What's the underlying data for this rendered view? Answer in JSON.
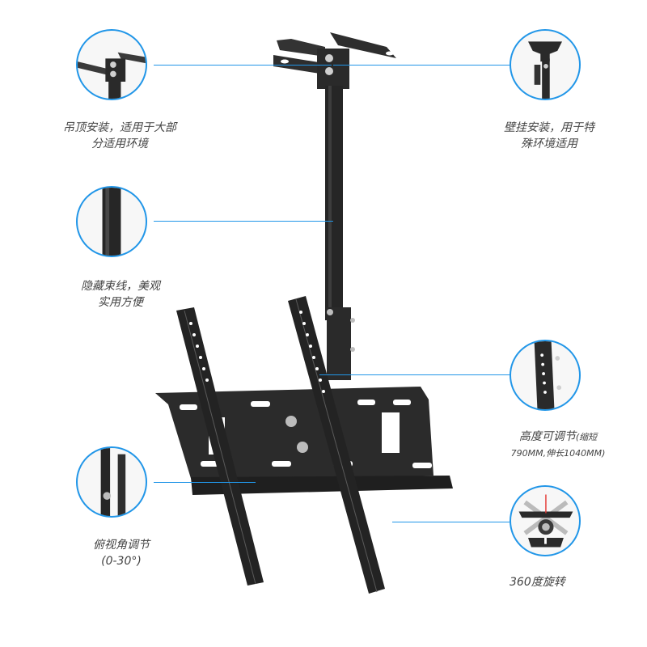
{
  "product": "ceiling-tv-mount",
  "colors": {
    "accent": "#2196e8",
    "metal": "#2a2a2a",
    "text": "#444444",
    "indicator": "#e53935"
  },
  "callouts": {
    "ceiling": {
      "line1": "吊顶安装，适用于大部",
      "line2": "分适用环境"
    },
    "wall": {
      "line1": "壁挂安装，用于特",
      "line2": "殊环境适用"
    },
    "cable": {
      "line1": "隐藏束线，美观",
      "line2": "实用方便"
    },
    "height": {
      "line1": "高度可调节",
      "line1_suffix": "(缩短",
      "line2": "790MM,伸长1040MM)"
    },
    "tilt": {
      "line1": "俯视角调节",
      "line2": "(0-30°)"
    },
    "rotate": {
      "line1": "360度旋转"
    }
  }
}
